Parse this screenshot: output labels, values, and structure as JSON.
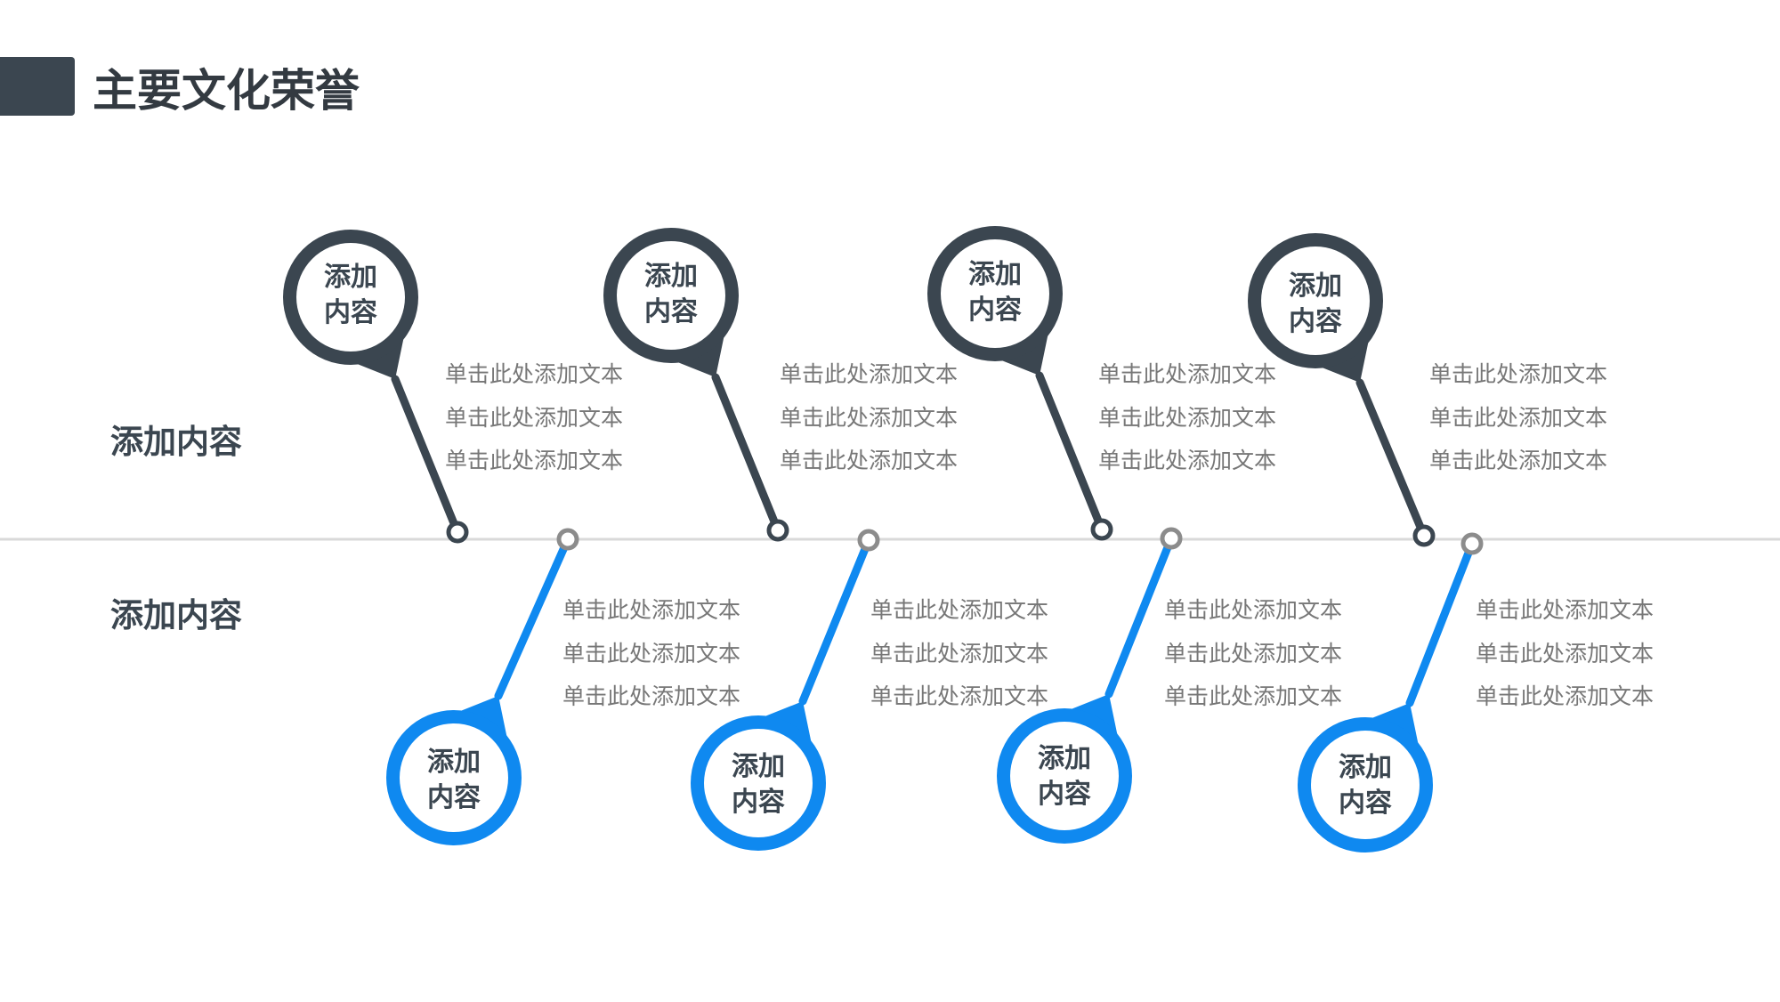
{
  "title": "主要文化荣誉",
  "row_labels": {
    "top": "添加内容",
    "bottom": "添加内容"
  },
  "colors": {
    "dark": "#3b4650",
    "blue": "#0f89f0",
    "axis": "#d9d9d9",
    "text": "#777777"
  },
  "top_pins": [
    {
      "line1": "添加",
      "line2": "内容",
      "texts": [
        "单击此处添加文本",
        "单击此处添加文本",
        "单击此处添加文本"
      ]
    },
    {
      "line1": "添加",
      "line2": "内容",
      "texts": [
        "单击此处添加文本",
        "单击此处添加文本",
        "单击此处添加文本"
      ]
    },
    {
      "line1": "添加",
      "line2": "内容",
      "texts": [
        "单击此处添加文本",
        "单击此处添加文本",
        "单击此处添加文本"
      ]
    },
    {
      "line1": "添加",
      "line2": "内容",
      "texts": [
        "单击此处添加文本",
        "单击此处添加文本",
        "单击此处添加文本"
      ]
    }
  ],
  "bottom_pins": [
    {
      "line1": "添加",
      "line2": "内容",
      "texts": [
        "单击此处添加文本",
        "单击此处添加文本",
        "单击此处添加文本"
      ]
    },
    {
      "line1": "添加",
      "line2": "内容",
      "texts": [
        "单击此处添加文本",
        "单击此处添加文本",
        "单击此处添加文本"
      ]
    },
    {
      "line1": "添加",
      "line2": "内容",
      "texts": [
        "单击此处添加文本",
        "单击此处添加文本",
        "单击此处添加文本"
      ]
    },
    {
      "line1": "添加",
      "line2": "内容",
      "texts": [
        "单击此处添加文本",
        "单击此处添加文本",
        "单击此处添加文本"
      ]
    }
  ]
}
